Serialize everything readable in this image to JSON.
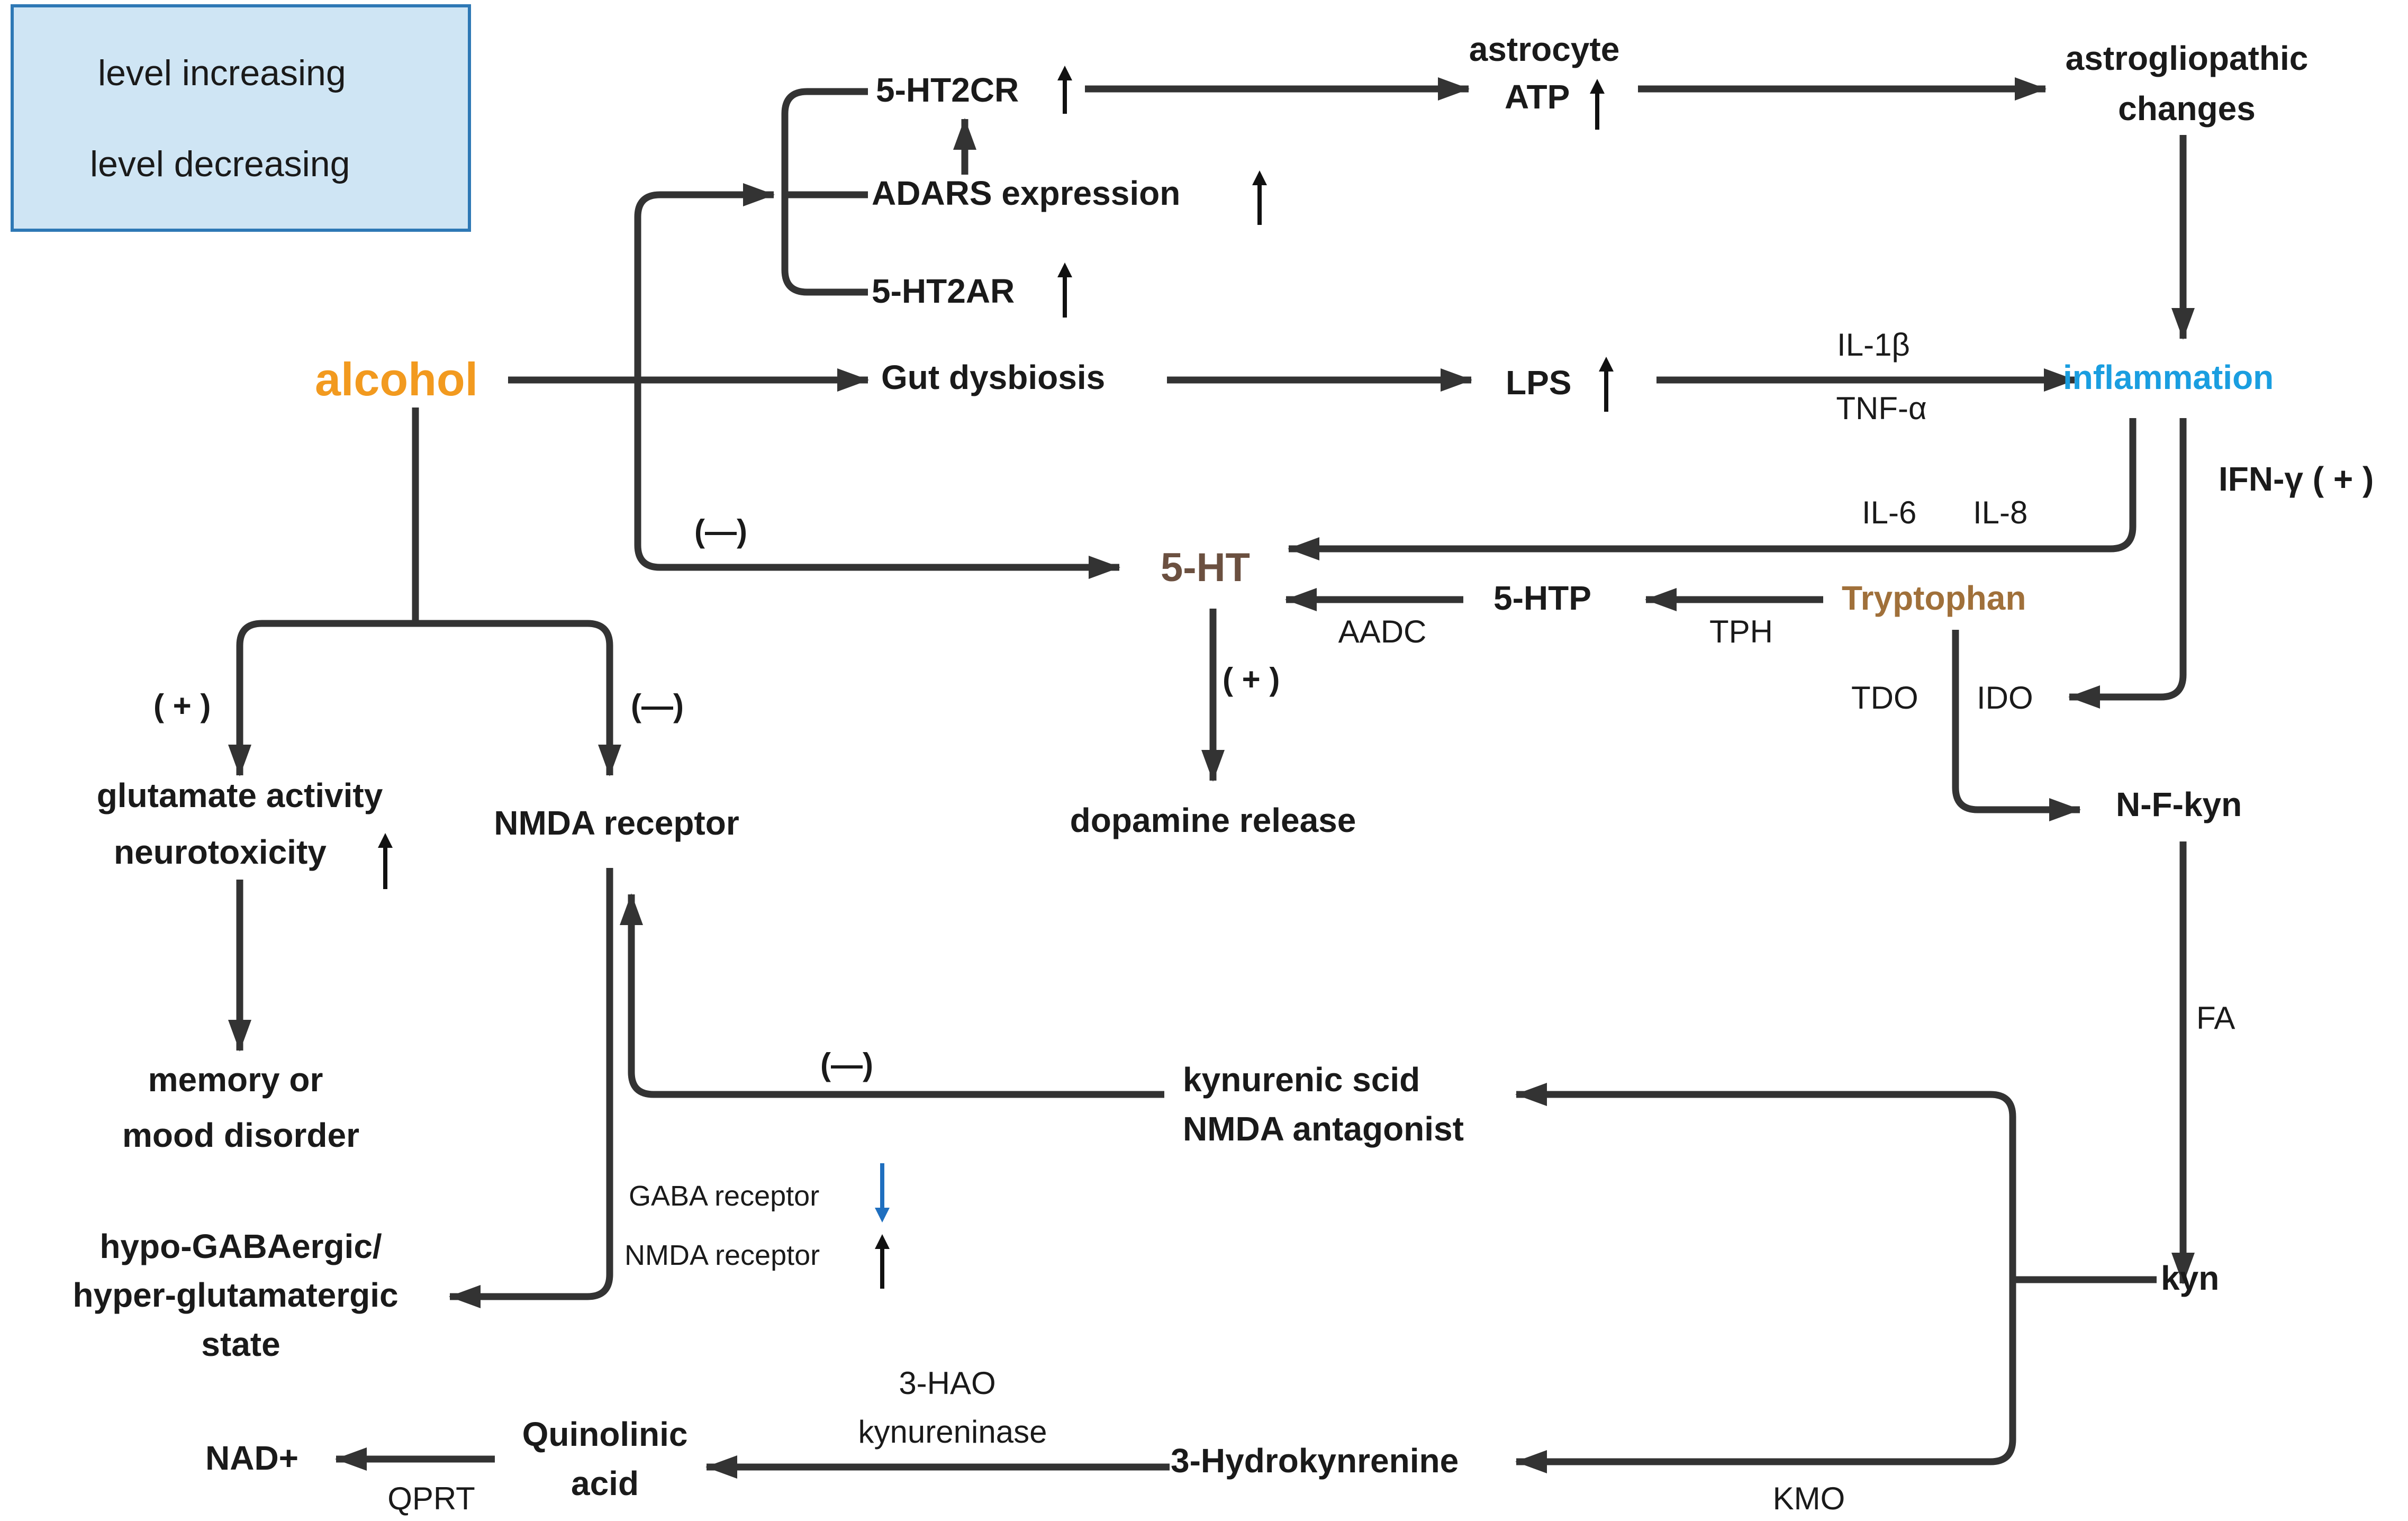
{
  "colors": {
    "line": "#333333",
    "alcohol": "#f29a1f",
    "inflammation": "#1a9ee0",
    "serotonin": "#6b5040",
    "tryptophan": "#a0703a",
    "arrow_up": "#111111",
    "arrow_down": "#1f6fbf",
    "legend_fill": "#cfe5f4",
    "legend_border": "#2e78b5"
  },
  "legend": {
    "increasing": "level increasing",
    "decreasing": "level decreasing"
  },
  "nodes": {
    "alcohol": "alcohol",
    "ht2cr": "5-HT2CR",
    "adars": "ADARS expression",
    "ht2ar": "5-HT2AR",
    "astrocyte_atp_1": "astrocyte",
    "astrocyte_atp_2": "ATP",
    "astro_changes_1": "astrogliopathic",
    "astro_changes_2": "changes",
    "gut": "Gut dysbiosis",
    "lps": "LPS",
    "inflammation": "inflammation",
    "ht": "5-HT",
    "htp": "5-HTP",
    "tryptophan": "Tryptophan",
    "dopamine": "dopamine release",
    "glutamate_1": "glutamate activity",
    "glutamate_2": "neurotoxicity",
    "nmda": "NMDA receptor",
    "memory_1": "memory or",
    "memory_2": "mood disorder",
    "hypo_1": "hypo-GABAergic/",
    "hypo_2": "hyper-glutamatergic",
    "hypo_3": "state",
    "nfkyn": "N-F-kyn",
    "kyn": "kyn",
    "kynurenic_1": "kynurenic scid",
    "kynurenic_2": "NMDA antagonist",
    "hydroxy": "3-Hydrokynrenine",
    "quinolinic_1": "Quinolinic",
    "quinolinic_2": "acid",
    "nad": "NAD+"
  },
  "edge_labels": {
    "il1b": "IL-1β",
    "tnfa": "TNF-α",
    "ifn": "IFN-γ ( + )",
    "il6": "IL-6",
    "il8": "IL-8",
    "minus_5ht": "(—)",
    "aadc": "AADC",
    "tph": "TPH",
    "plus_dopamine": "( + )",
    "tdo": "TDO",
    "ido": "IDO",
    "plus_glutamate": "( + )",
    "minus_nmda": "(—)",
    "fa": "FA",
    "minus_kynurenic": "(—)",
    "gaba_receptor": "GABA receptor",
    "nmda_receptor_small": "NMDA receptor",
    "hao_1": "3-HAO",
    "hao_2": "kynureninase",
    "kmo": "KMO",
    "qprt": "QPRT"
  }
}
